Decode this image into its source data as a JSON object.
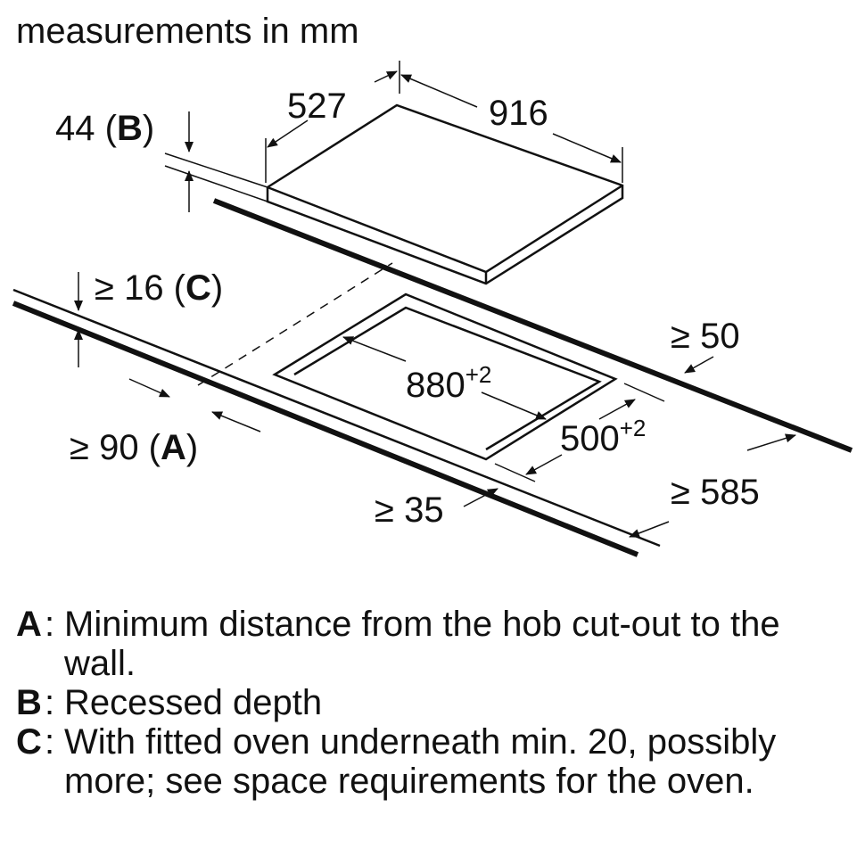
{
  "title": "measurements in mm",
  "dims": {
    "appliance_depth": "527",
    "appliance_width": "916",
    "recessed_value": "44 (",
    "recessed_key": "B",
    "recessed_close": ")",
    "worktop_value": "≥ 16 (",
    "worktop_key": "C",
    "worktop_close": ")",
    "rear_clearance": "≥ 50",
    "cutout_width": "880",
    "cutout_width_tol": "+2",
    "cutout_depth": "500",
    "cutout_depth_tol": "+2",
    "wall_value": "≥ 90 (",
    "wall_key": "A",
    "wall_close": ")",
    "front_clearance": "≥ 35",
    "worktop_depth": "≥ 585"
  },
  "legend": [
    {
      "key": "A",
      "text": "Minimum distance from the hob cut-out to the wall."
    },
    {
      "key": "B",
      "text": "Recessed depth"
    },
    {
      "key": "C",
      "text": "With fitted oven underneath min. 20, possibly more; see space requirements for the oven."
    }
  ]
}
